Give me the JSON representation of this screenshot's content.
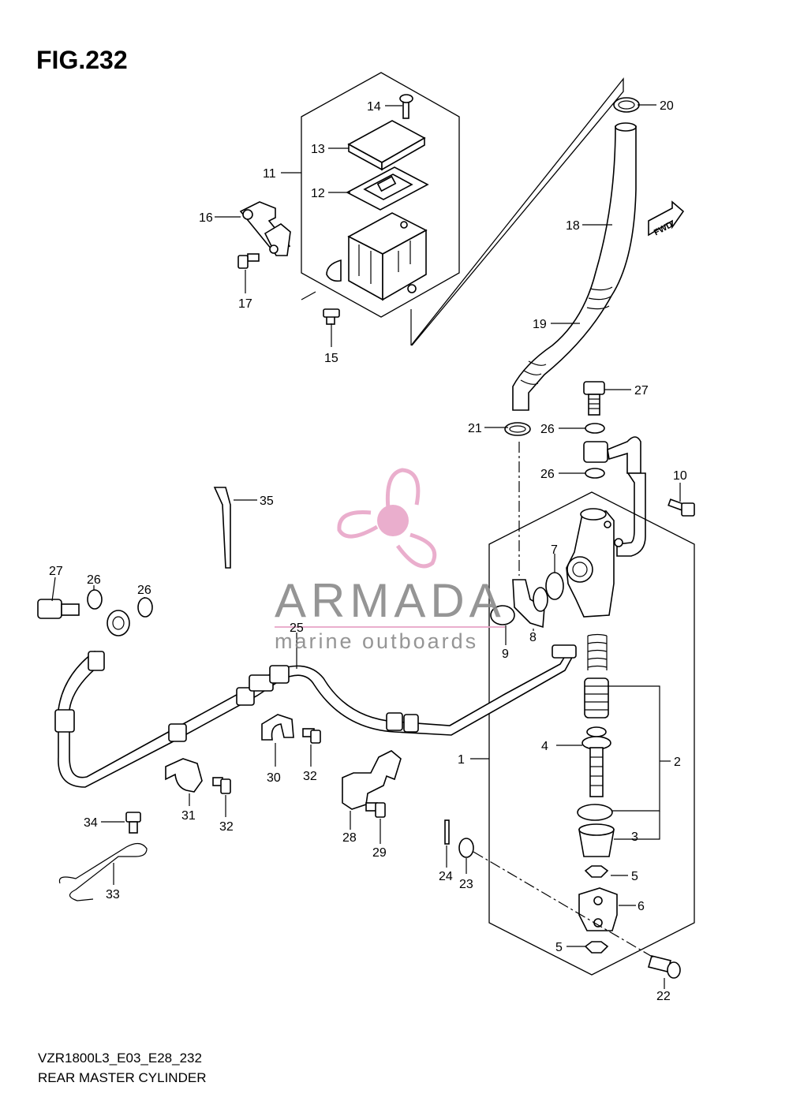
{
  "figure": {
    "title": "FIG.232",
    "model_code": "VZR1800L3_E03_E28_232",
    "caption": "REAR MASTER CYLINDER"
  },
  "watermark": {
    "brand": "ARMADA",
    "tagline": "marine outboards"
  },
  "badge": {
    "fwd": "FWD"
  },
  "callouts": {
    "c14": "14",
    "c13": "13",
    "c12": "12",
    "c11": "11",
    "c16": "16",
    "c17": "17",
    "c15": "15",
    "c20": "20",
    "c18": "18",
    "c19": "19",
    "c27a": "27",
    "c21": "21",
    "c26a": "26",
    "c26b": "26",
    "c10": "10",
    "c35": "35",
    "c7": "7",
    "c8": "8",
    "c9": "9",
    "c25": "25",
    "c27b": "27",
    "c26c": "26",
    "c26d": "26",
    "c1": "1",
    "c2": "2",
    "c4": "4",
    "c3": "3",
    "c5a": "5",
    "c6": "6",
    "c5b": "5",
    "c22": "22",
    "c24": "24",
    "c23": "23",
    "c30": "30",
    "c32a": "32",
    "c31": "31",
    "c32b": "32",
    "c28": "28",
    "c29": "29",
    "c34": "34",
    "c33": "33"
  },
  "colors": {
    "watermark_pink": "#e8a6c8",
    "watermark_grey": "#8a8a8a",
    "ink": "#000000"
  }
}
